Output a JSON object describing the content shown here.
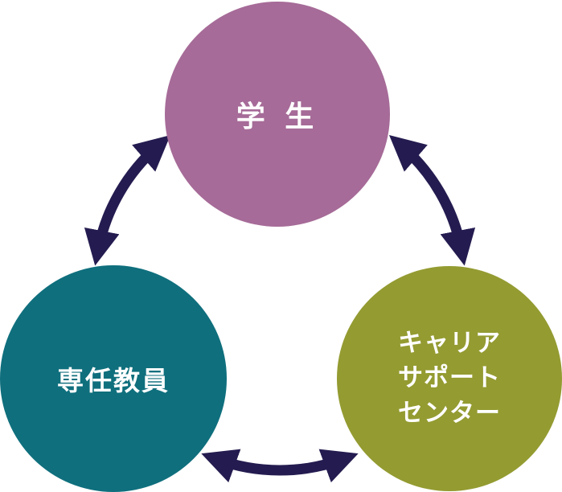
{
  "diagram": {
    "background": "#ffffff",
    "arrow_color": "#241c50",
    "nodes": [
      {
        "id": "student",
        "label": "学 生",
        "color": "#a66b98"
      },
      {
        "id": "faculty",
        "label": "専任教員",
        "color": "#0f6f7d"
      },
      {
        "id": "career-support-center",
        "lines": [
          "キャリア",
          "サポート",
          "センター"
        ],
        "color": "#949b31"
      }
    ]
  }
}
